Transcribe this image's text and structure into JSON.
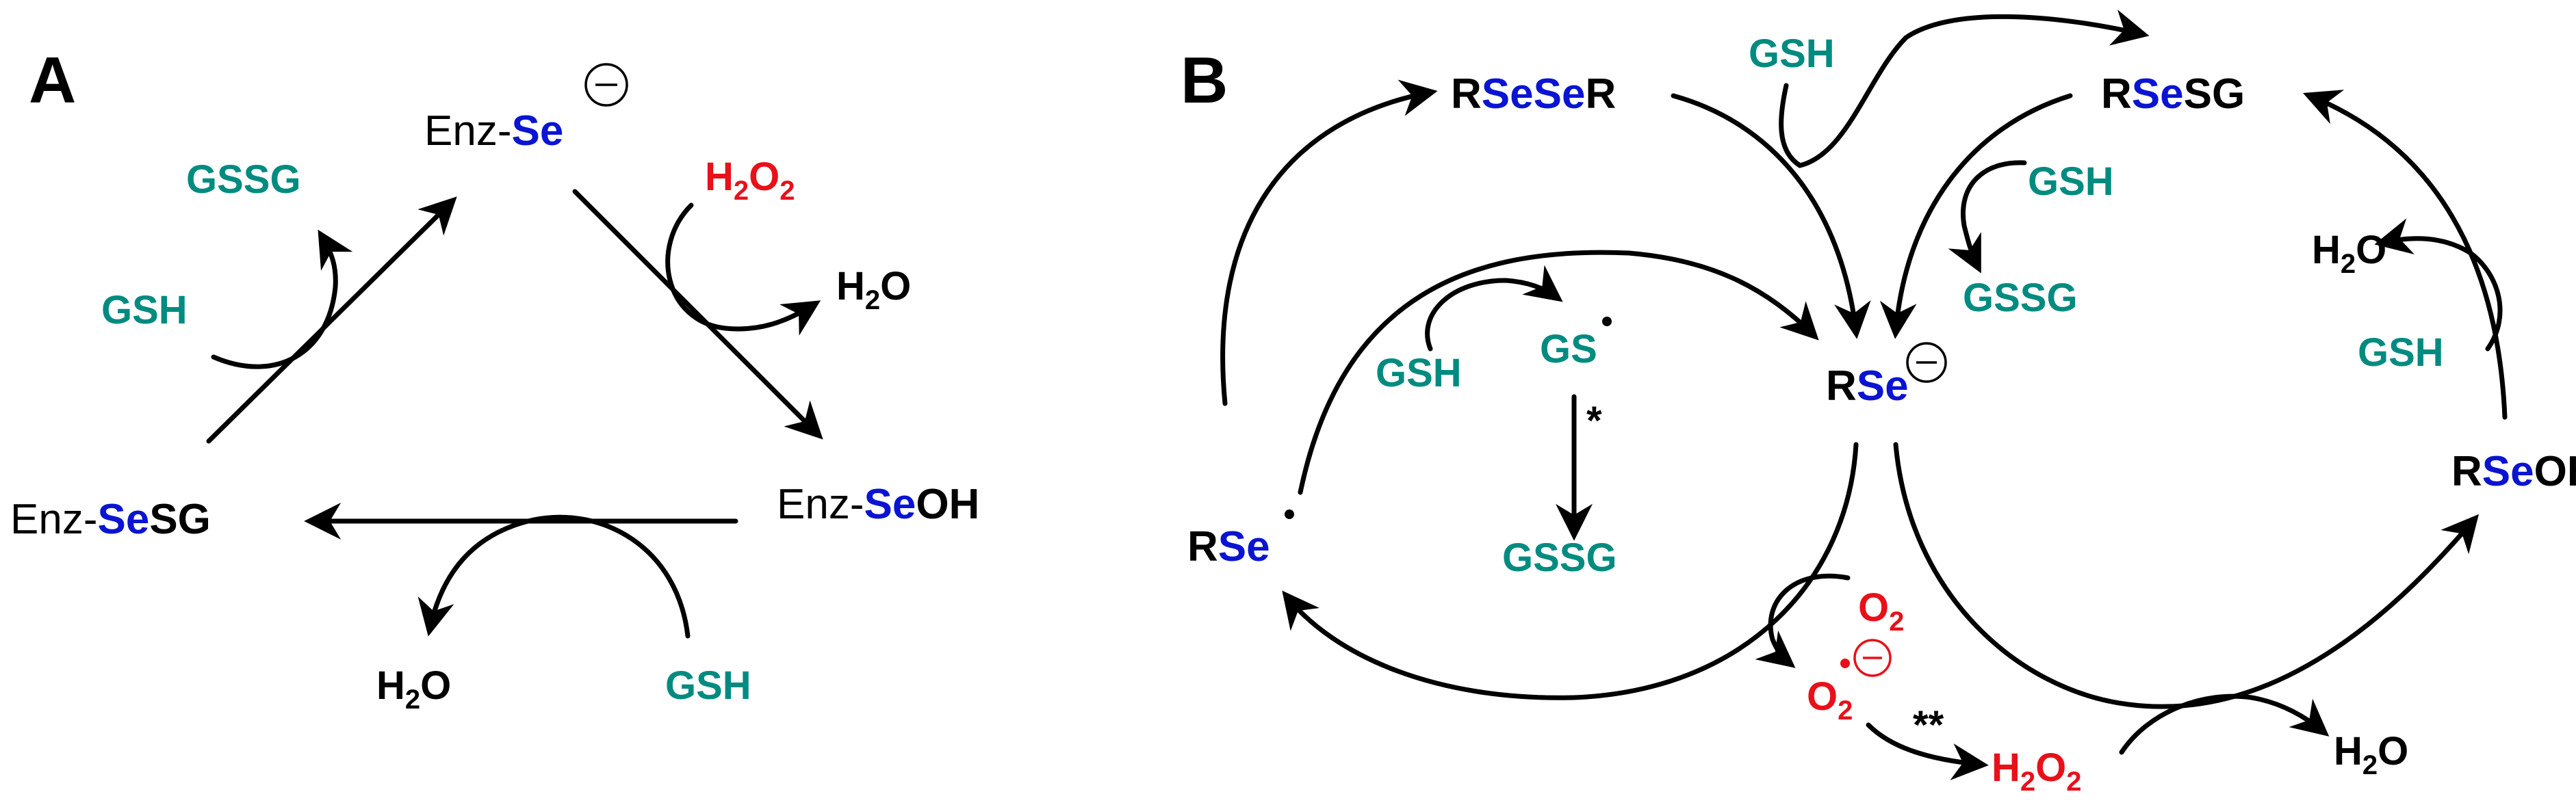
{
  "panel_a": {
    "label": "A",
    "species": {
      "enz_se": {
        "prefix": "Enz-",
        "se": "Se"
      },
      "enz_seoh": {
        "prefix": "Enz-",
        "se": "Se",
        "suffix": "OH"
      },
      "enz_sesg": {
        "prefix": "Enz-",
        "se": "Se",
        "suffix": "SG"
      }
    },
    "reagents": {
      "gssg": "GSSG",
      "gsh_left": "GSH",
      "h2o2": {
        "a": "H",
        "s1": "2",
        "b": "O",
        "s2": "2"
      },
      "h2o_right": {
        "a": "H",
        "s1": "2",
        "b": "O"
      },
      "h2o_bottom": {
        "a": "H",
        "s1": "2",
        "b": "O"
      },
      "gsh_bottom": "GSH"
    }
  },
  "panel_b": {
    "label": "B",
    "species": {
      "rsesr": {
        "r1": "R",
        "se": "SeSe",
        "r2": "R"
      },
      "rsesg": {
        "r": "R",
        "se": "Se",
        "sg": "SG"
      },
      "rse_anion": {
        "r": "R",
        "se": "Se"
      },
      "rse_radical": {
        "r": "R",
        "se": "Se"
      },
      "rseoh": {
        "r": "R",
        "se": "Se",
        "oh": "OH"
      }
    },
    "reagents": {
      "gsh_top": "GSH",
      "gsh_mid": "GSH",
      "gssg_mid": "GSSG",
      "h2o_right": {
        "a": "H",
        "s1": "2",
        "b": "O"
      },
      "gsh_right": "GSH",
      "gsh_left": "GSH",
      "gs_radical": "GS",
      "star_single": "*",
      "gssg_bottom": "GSSG",
      "o2": {
        "a": "O",
        "s1": "2"
      },
      "superoxide": {
        "a": "O",
        "s1": "2"
      },
      "star_double": "**",
      "h2o2": {
        "a": "H",
        "s1": "2",
        "b": "O",
        "s2": "2"
      },
      "h2o_bottom": {
        "a": "H",
        "s1": "2",
        "b": "O"
      }
    }
  },
  "colors": {
    "selenium": "#0a14d2",
    "glutathione": "#008b80",
    "oxygen_species": "#e8101a",
    "default": "#000000"
  }
}
